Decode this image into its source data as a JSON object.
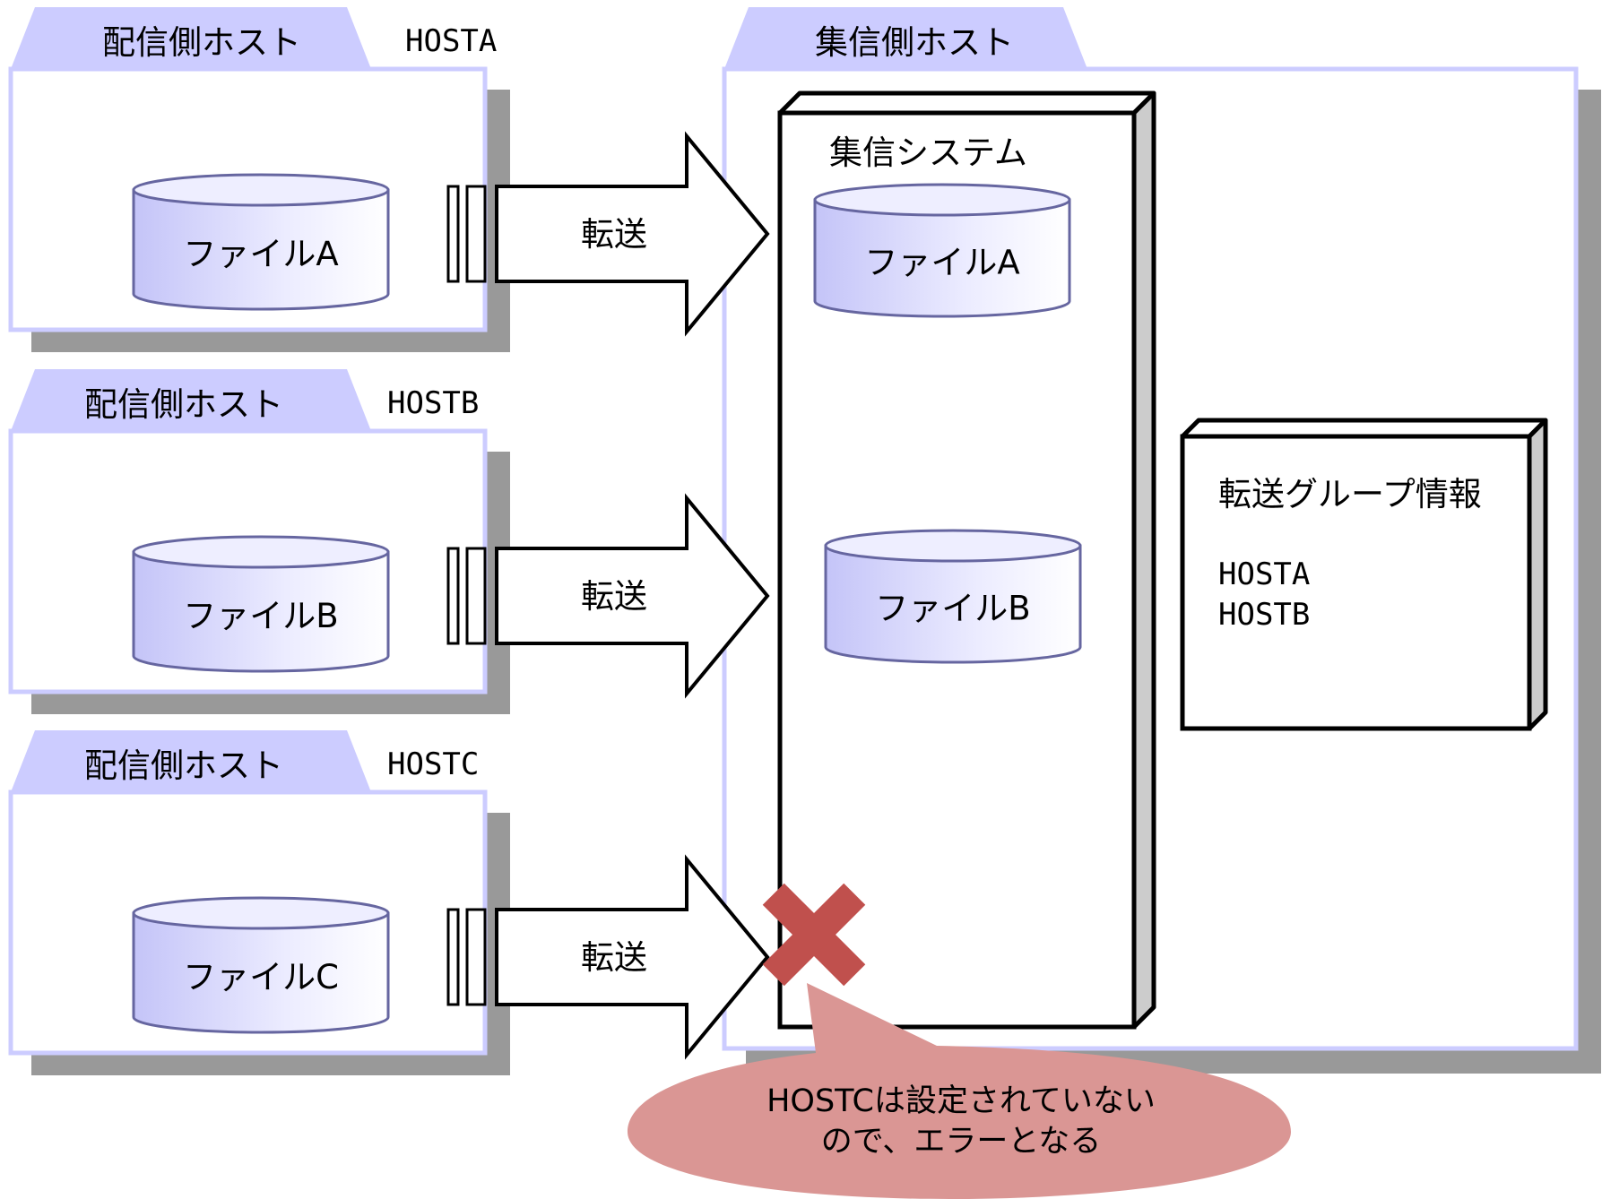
{
  "sender_hosts": [
    {
      "tab_label": "配信側ホスト",
      "host_name": "HOSTA",
      "file_label": "ファイルA",
      "arrow_label": "転送"
    },
    {
      "tab_label": "配信側ホスト",
      "host_name": "HOSTB",
      "file_label": "ファイルB",
      "arrow_label": "転送"
    },
    {
      "tab_label": "配信側ホスト",
      "host_name": "HOSTC",
      "file_label": "ファイルC",
      "arrow_label": "転送"
    }
  ],
  "receiver_host": {
    "tab_label": "集信側ホスト",
    "system_title": "集信システム",
    "files": [
      "ファイルA",
      "ファイルB"
    ],
    "group_info": {
      "title": "転送グループ情報",
      "hosts": [
        "HOSTA",
        "HOSTB"
      ]
    }
  },
  "error_callout": {
    "line1": "HOSTCは設定されていない",
    "line2": "ので、エラーとなる"
  },
  "colors": {
    "tab_fill": "#ccccff",
    "panel_border": "#ccccff",
    "shadow": "#999999",
    "cylinder_light": "#ffffff",
    "cylinder_dark": "#ccccff",
    "cylinder_stroke": "#6666a0",
    "error_mark": "#c0504d",
    "callout_fill": "#da9694"
  }
}
